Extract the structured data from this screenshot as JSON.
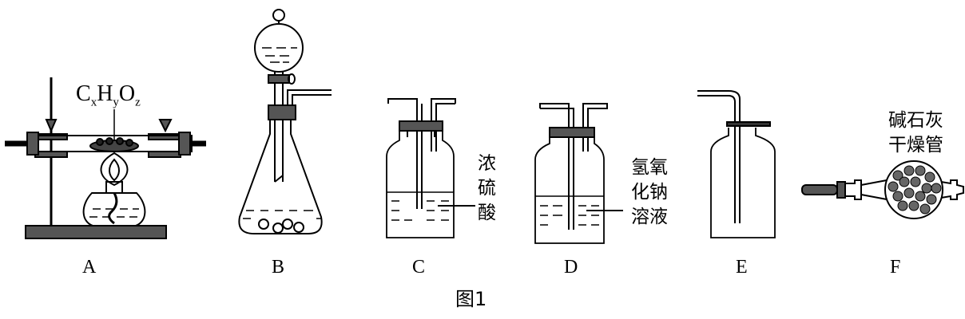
{
  "figure": {
    "caption": "图1",
    "apparatus": [
      {
        "letter": "A",
        "formula": {
          "c": "C",
          "x": "x",
          "h": "H",
          "y": "y",
          "o": "O",
          "z": "z"
        }
      },
      {
        "letter": "B"
      },
      {
        "letter": "C",
        "reagent": [
          "浓",
          "硫",
          "酸"
        ]
      },
      {
        "letter": "D",
        "reagent": [
          "氢氧",
          "化钠",
          "溶液"
        ]
      },
      {
        "letter": "E"
      },
      {
        "letter": "F",
        "reagent": [
          "碱石灰",
          "干燥管"
        ]
      }
    ]
  }
}
